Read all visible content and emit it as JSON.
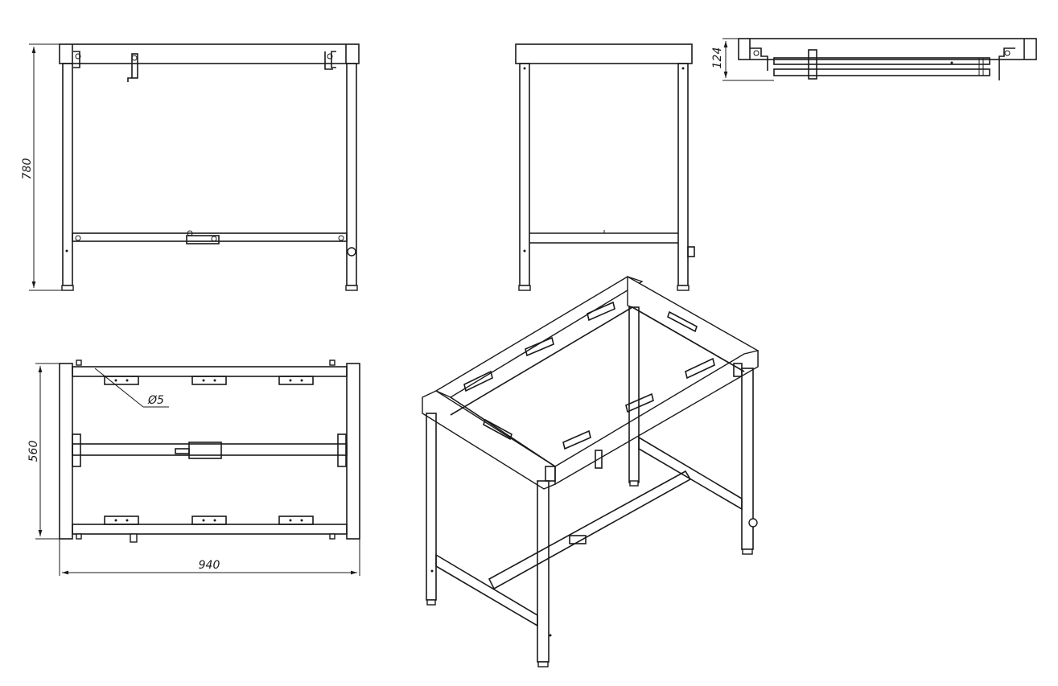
{
  "dimensions": {
    "height": "780",
    "depth": "560",
    "width": "940",
    "top_height": "124",
    "hole_diameter": "Ø5"
  },
  "colors": {
    "line": "#1a1a1a",
    "background": "#ffffff"
  }
}
